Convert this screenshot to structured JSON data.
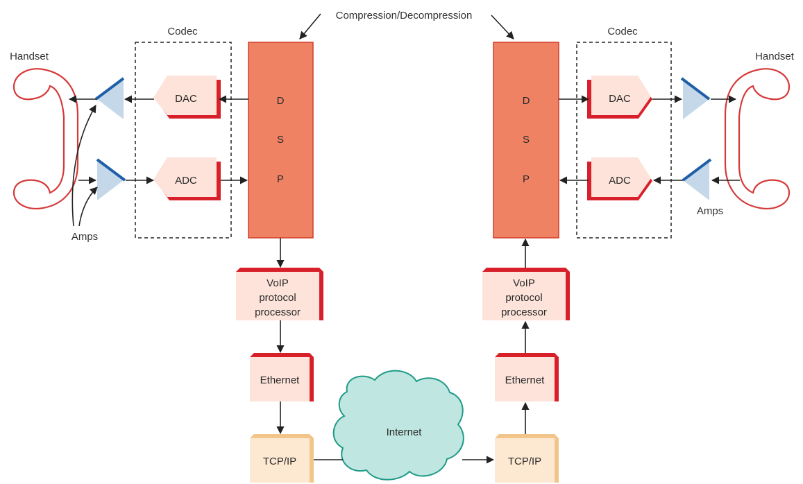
{
  "labels": {
    "compression": "Compression/Decompression",
    "codec_left": "Codec",
    "codec_right": "Codec",
    "handset_left": "Handset",
    "handset_right": "Handset",
    "amps_left": "Amps",
    "amps_right": "Amps",
    "internet": "Internet"
  },
  "left": {
    "dac": "DAC",
    "adc": "ADC",
    "dsp": [
      "D",
      "S",
      "P"
    ],
    "voip": [
      "VoIP",
      "protocol",
      "processor"
    ],
    "ethernet": "Ethernet",
    "tcpip": "TCP/IP"
  },
  "right": {
    "dac": "DAC",
    "adc": "ADC",
    "dsp": [
      "D",
      "S",
      "P"
    ],
    "voip": [
      "VoIP",
      "protocol",
      "processor"
    ],
    "ethernet": "Ethernet",
    "tcpip": "TCP/IP"
  },
  "colors": {
    "dsp_fill": "#f08264",
    "dsp_stroke": "#d23c2c",
    "block_fill": "#fde3da",
    "block_edge": "#d8202a",
    "tcp_fill": "#fde9d2",
    "tcp_edge": "#f2c68a",
    "amp_fill": "#c4d8ea",
    "amp_edge": "#1f5ea8",
    "handset": "#d63a3a",
    "cloud_fill": "#bfe6e0",
    "cloud_stroke": "#1e9a88"
  }
}
